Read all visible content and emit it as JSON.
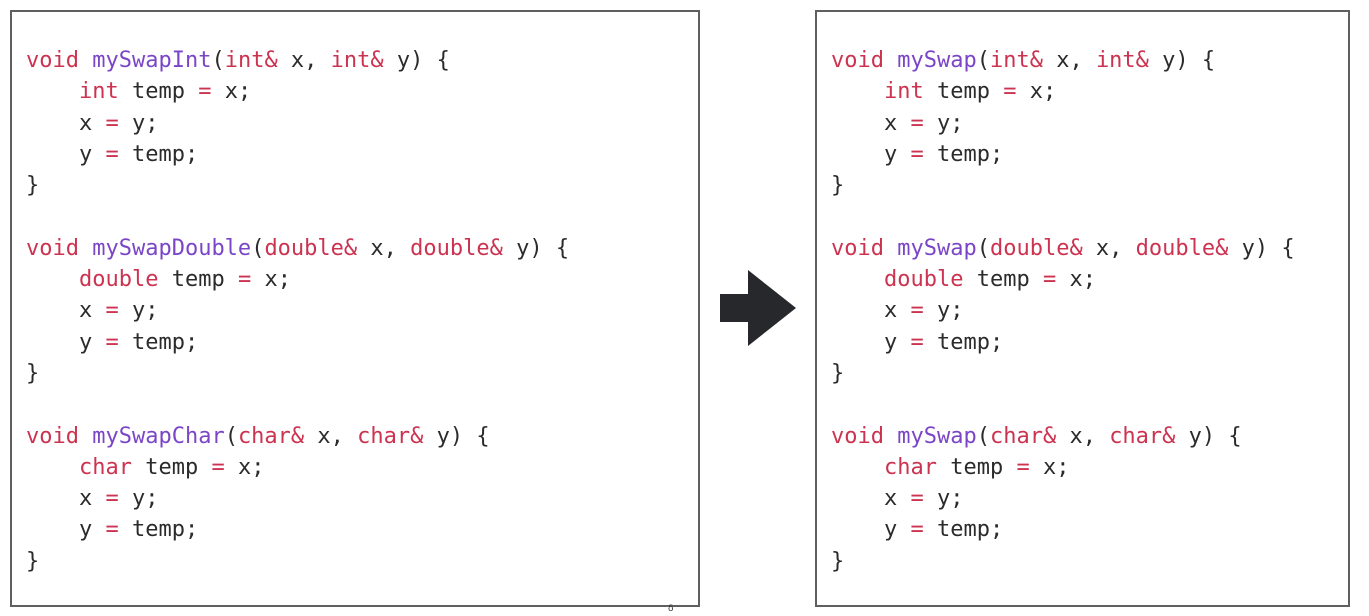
{
  "colors": {
    "keyword": "#cc3350",
    "function_name": "#7a45c6",
    "plain": "#2b2b2b",
    "border": "#5f5f5f",
    "arrow": "#26282b"
  },
  "icons": {
    "arrow": "right-arrow-icon"
  },
  "stray_mark": "δ",
  "panels": {
    "left": {
      "lines": [
        [
          {
            "t": "void",
            "c": "kw"
          },
          {
            "t": " ",
            "c": "plain"
          },
          {
            "t": "mySwapInt",
            "c": "fn"
          },
          {
            "t": "(",
            "c": "plain"
          },
          {
            "t": "int&",
            "c": "kw"
          },
          {
            "t": " x, ",
            "c": "plain"
          },
          {
            "t": "int&",
            "c": "kw"
          },
          {
            "t": " y) {",
            "c": "plain"
          }
        ],
        [
          {
            "t": "    ",
            "c": "plain"
          },
          {
            "t": "int",
            "c": "kw"
          },
          {
            "t": " temp ",
            "c": "plain"
          },
          {
            "t": "=",
            "c": "op"
          },
          {
            "t": " x;",
            "c": "plain"
          }
        ],
        [
          {
            "t": "    x ",
            "c": "plain"
          },
          {
            "t": "=",
            "c": "op"
          },
          {
            "t": " y;",
            "c": "plain"
          }
        ],
        [
          {
            "t": "    y ",
            "c": "plain"
          },
          {
            "t": "=",
            "c": "op"
          },
          {
            "t": " temp;",
            "c": "plain"
          }
        ],
        [
          {
            "t": "}",
            "c": "plain"
          }
        ],
        [],
        [
          {
            "t": "void",
            "c": "kw"
          },
          {
            "t": " ",
            "c": "plain"
          },
          {
            "t": "mySwapDouble",
            "c": "fn"
          },
          {
            "t": "(",
            "c": "plain"
          },
          {
            "t": "double&",
            "c": "kw"
          },
          {
            "t": " x, ",
            "c": "plain"
          },
          {
            "t": "double&",
            "c": "kw"
          },
          {
            "t": " y) {",
            "c": "plain"
          }
        ],
        [
          {
            "t": "    ",
            "c": "plain"
          },
          {
            "t": "double",
            "c": "kw"
          },
          {
            "t": " temp ",
            "c": "plain"
          },
          {
            "t": "=",
            "c": "op"
          },
          {
            "t": " x;",
            "c": "plain"
          }
        ],
        [
          {
            "t": "    x ",
            "c": "plain"
          },
          {
            "t": "=",
            "c": "op"
          },
          {
            "t": " y;",
            "c": "plain"
          }
        ],
        [
          {
            "t": "    y ",
            "c": "plain"
          },
          {
            "t": "=",
            "c": "op"
          },
          {
            "t": " temp;",
            "c": "plain"
          }
        ],
        [
          {
            "t": "}",
            "c": "plain"
          }
        ],
        [],
        [
          {
            "t": "void",
            "c": "kw"
          },
          {
            "t": " ",
            "c": "plain"
          },
          {
            "t": "mySwapChar",
            "c": "fn"
          },
          {
            "t": "(",
            "c": "plain"
          },
          {
            "t": "char&",
            "c": "kw"
          },
          {
            "t": " x, ",
            "c": "plain"
          },
          {
            "t": "char&",
            "c": "kw"
          },
          {
            "t": " y) {",
            "c": "plain"
          }
        ],
        [
          {
            "t": "    ",
            "c": "plain"
          },
          {
            "t": "char",
            "c": "kw"
          },
          {
            "t": " temp ",
            "c": "plain"
          },
          {
            "t": "=",
            "c": "op"
          },
          {
            "t": " x;",
            "c": "plain"
          }
        ],
        [
          {
            "t": "    x ",
            "c": "plain"
          },
          {
            "t": "=",
            "c": "op"
          },
          {
            "t": " y;",
            "c": "plain"
          }
        ],
        [
          {
            "t": "    y ",
            "c": "plain"
          },
          {
            "t": "=",
            "c": "op"
          },
          {
            "t": " temp;",
            "c": "plain"
          }
        ],
        [
          {
            "t": "}",
            "c": "plain"
          }
        ]
      ]
    },
    "right": {
      "lines": [
        [
          {
            "t": "void",
            "c": "kw"
          },
          {
            "t": " ",
            "c": "plain"
          },
          {
            "t": "mySwap",
            "c": "fn"
          },
          {
            "t": "(",
            "c": "plain"
          },
          {
            "t": "int&",
            "c": "kw"
          },
          {
            "t": " x, ",
            "c": "plain"
          },
          {
            "t": "int&",
            "c": "kw"
          },
          {
            "t": " y) {",
            "c": "plain"
          }
        ],
        [
          {
            "t": "    ",
            "c": "plain"
          },
          {
            "t": "int",
            "c": "kw"
          },
          {
            "t": " temp ",
            "c": "plain"
          },
          {
            "t": "=",
            "c": "op"
          },
          {
            "t": " x;",
            "c": "plain"
          }
        ],
        [
          {
            "t": "    x ",
            "c": "plain"
          },
          {
            "t": "=",
            "c": "op"
          },
          {
            "t": " y;",
            "c": "plain"
          }
        ],
        [
          {
            "t": "    y ",
            "c": "plain"
          },
          {
            "t": "=",
            "c": "op"
          },
          {
            "t": " temp;",
            "c": "plain"
          }
        ],
        [
          {
            "t": "}",
            "c": "plain"
          }
        ],
        [],
        [
          {
            "t": "void",
            "c": "kw"
          },
          {
            "t": " ",
            "c": "plain"
          },
          {
            "t": "mySwap",
            "c": "fn"
          },
          {
            "t": "(",
            "c": "plain"
          },
          {
            "t": "double&",
            "c": "kw"
          },
          {
            "t": " x, ",
            "c": "plain"
          },
          {
            "t": "double&",
            "c": "kw"
          },
          {
            "t": " y) {",
            "c": "plain"
          }
        ],
        [
          {
            "t": "    ",
            "c": "plain"
          },
          {
            "t": "double",
            "c": "kw"
          },
          {
            "t": " temp ",
            "c": "plain"
          },
          {
            "t": "=",
            "c": "op"
          },
          {
            "t": " x;",
            "c": "plain"
          }
        ],
        [
          {
            "t": "    x ",
            "c": "plain"
          },
          {
            "t": "=",
            "c": "op"
          },
          {
            "t": " y;",
            "c": "plain"
          }
        ],
        [
          {
            "t": "    y ",
            "c": "plain"
          },
          {
            "t": "=",
            "c": "op"
          },
          {
            "t": " temp;",
            "c": "plain"
          }
        ],
        [
          {
            "t": "}",
            "c": "plain"
          }
        ],
        [],
        [
          {
            "t": "void",
            "c": "kw"
          },
          {
            "t": " ",
            "c": "plain"
          },
          {
            "t": "mySwap",
            "c": "fn"
          },
          {
            "t": "(",
            "c": "plain"
          },
          {
            "t": "char&",
            "c": "kw"
          },
          {
            "t": " x, ",
            "c": "plain"
          },
          {
            "t": "char&",
            "c": "kw"
          },
          {
            "t": " y) {",
            "c": "plain"
          }
        ],
        [
          {
            "t": "    ",
            "c": "plain"
          },
          {
            "t": "char",
            "c": "kw"
          },
          {
            "t": " temp ",
            "c": "plain"
          },
          {
            "t": "=",
            "c": "op"
          },
          {
            "t": " x;",
            "c": "plain"
          }
        ],
        [
          {
            "t": "    x ",
            "c": "plain"
          },
          {
            "t": "=",
            "c": "op"
          },
          {
            "t": " y;",
            "c": "plain"
          }
        ],
        [
          {
            "t": "    y ",
            "c": "plain"
          },
          {
            "t": "=",
            "c": "op"
          },
          {
            "t": " temp;",
            "c": "plain"
          }
        ],
        [
          {
            "t": "}",
            "c": "plain"
          }
        ]
      ]
    }
  }
}
